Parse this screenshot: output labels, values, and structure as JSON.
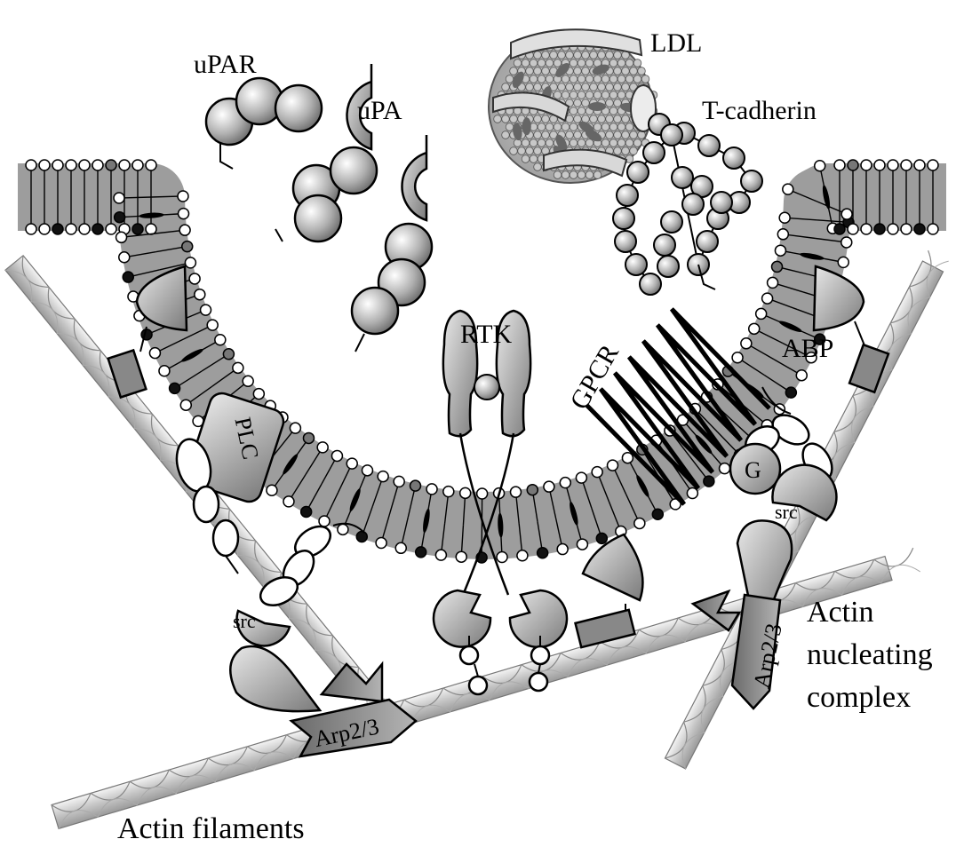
{
  "diagram": {
    "labels": {
      "upar": "uPAR",
      "upa": "uPA",
      "ldl": "LDL",
      "t_cadherin": "T-cadherin",
      "rtk": "RTK",
      "gpcr": "GPCR",
      "abp": "ABP",
      "plc": "PLC",
      "g": "G",
      "src_left": "src",
      "src_right": "src",
      "arp_left": "Arp2/3",
      "arp_right": "Arp2/3",
      "actin_nucleating_1": "Actin",
      "actin_nucleating_2": "nucleating",
      "actin_nucleating_3": "complex",
      "actin_filaments": "Actin filaments"
    },
    "colors": {
      "membrane": "#8c8c8c",
      "head_light": "#ffffff",
      "head_dark": "#111111",
      "protein_gray": "#a8a8a8",
      "line": "#000000",
      "filament": "#d8d8d8"
    }
  }
}
